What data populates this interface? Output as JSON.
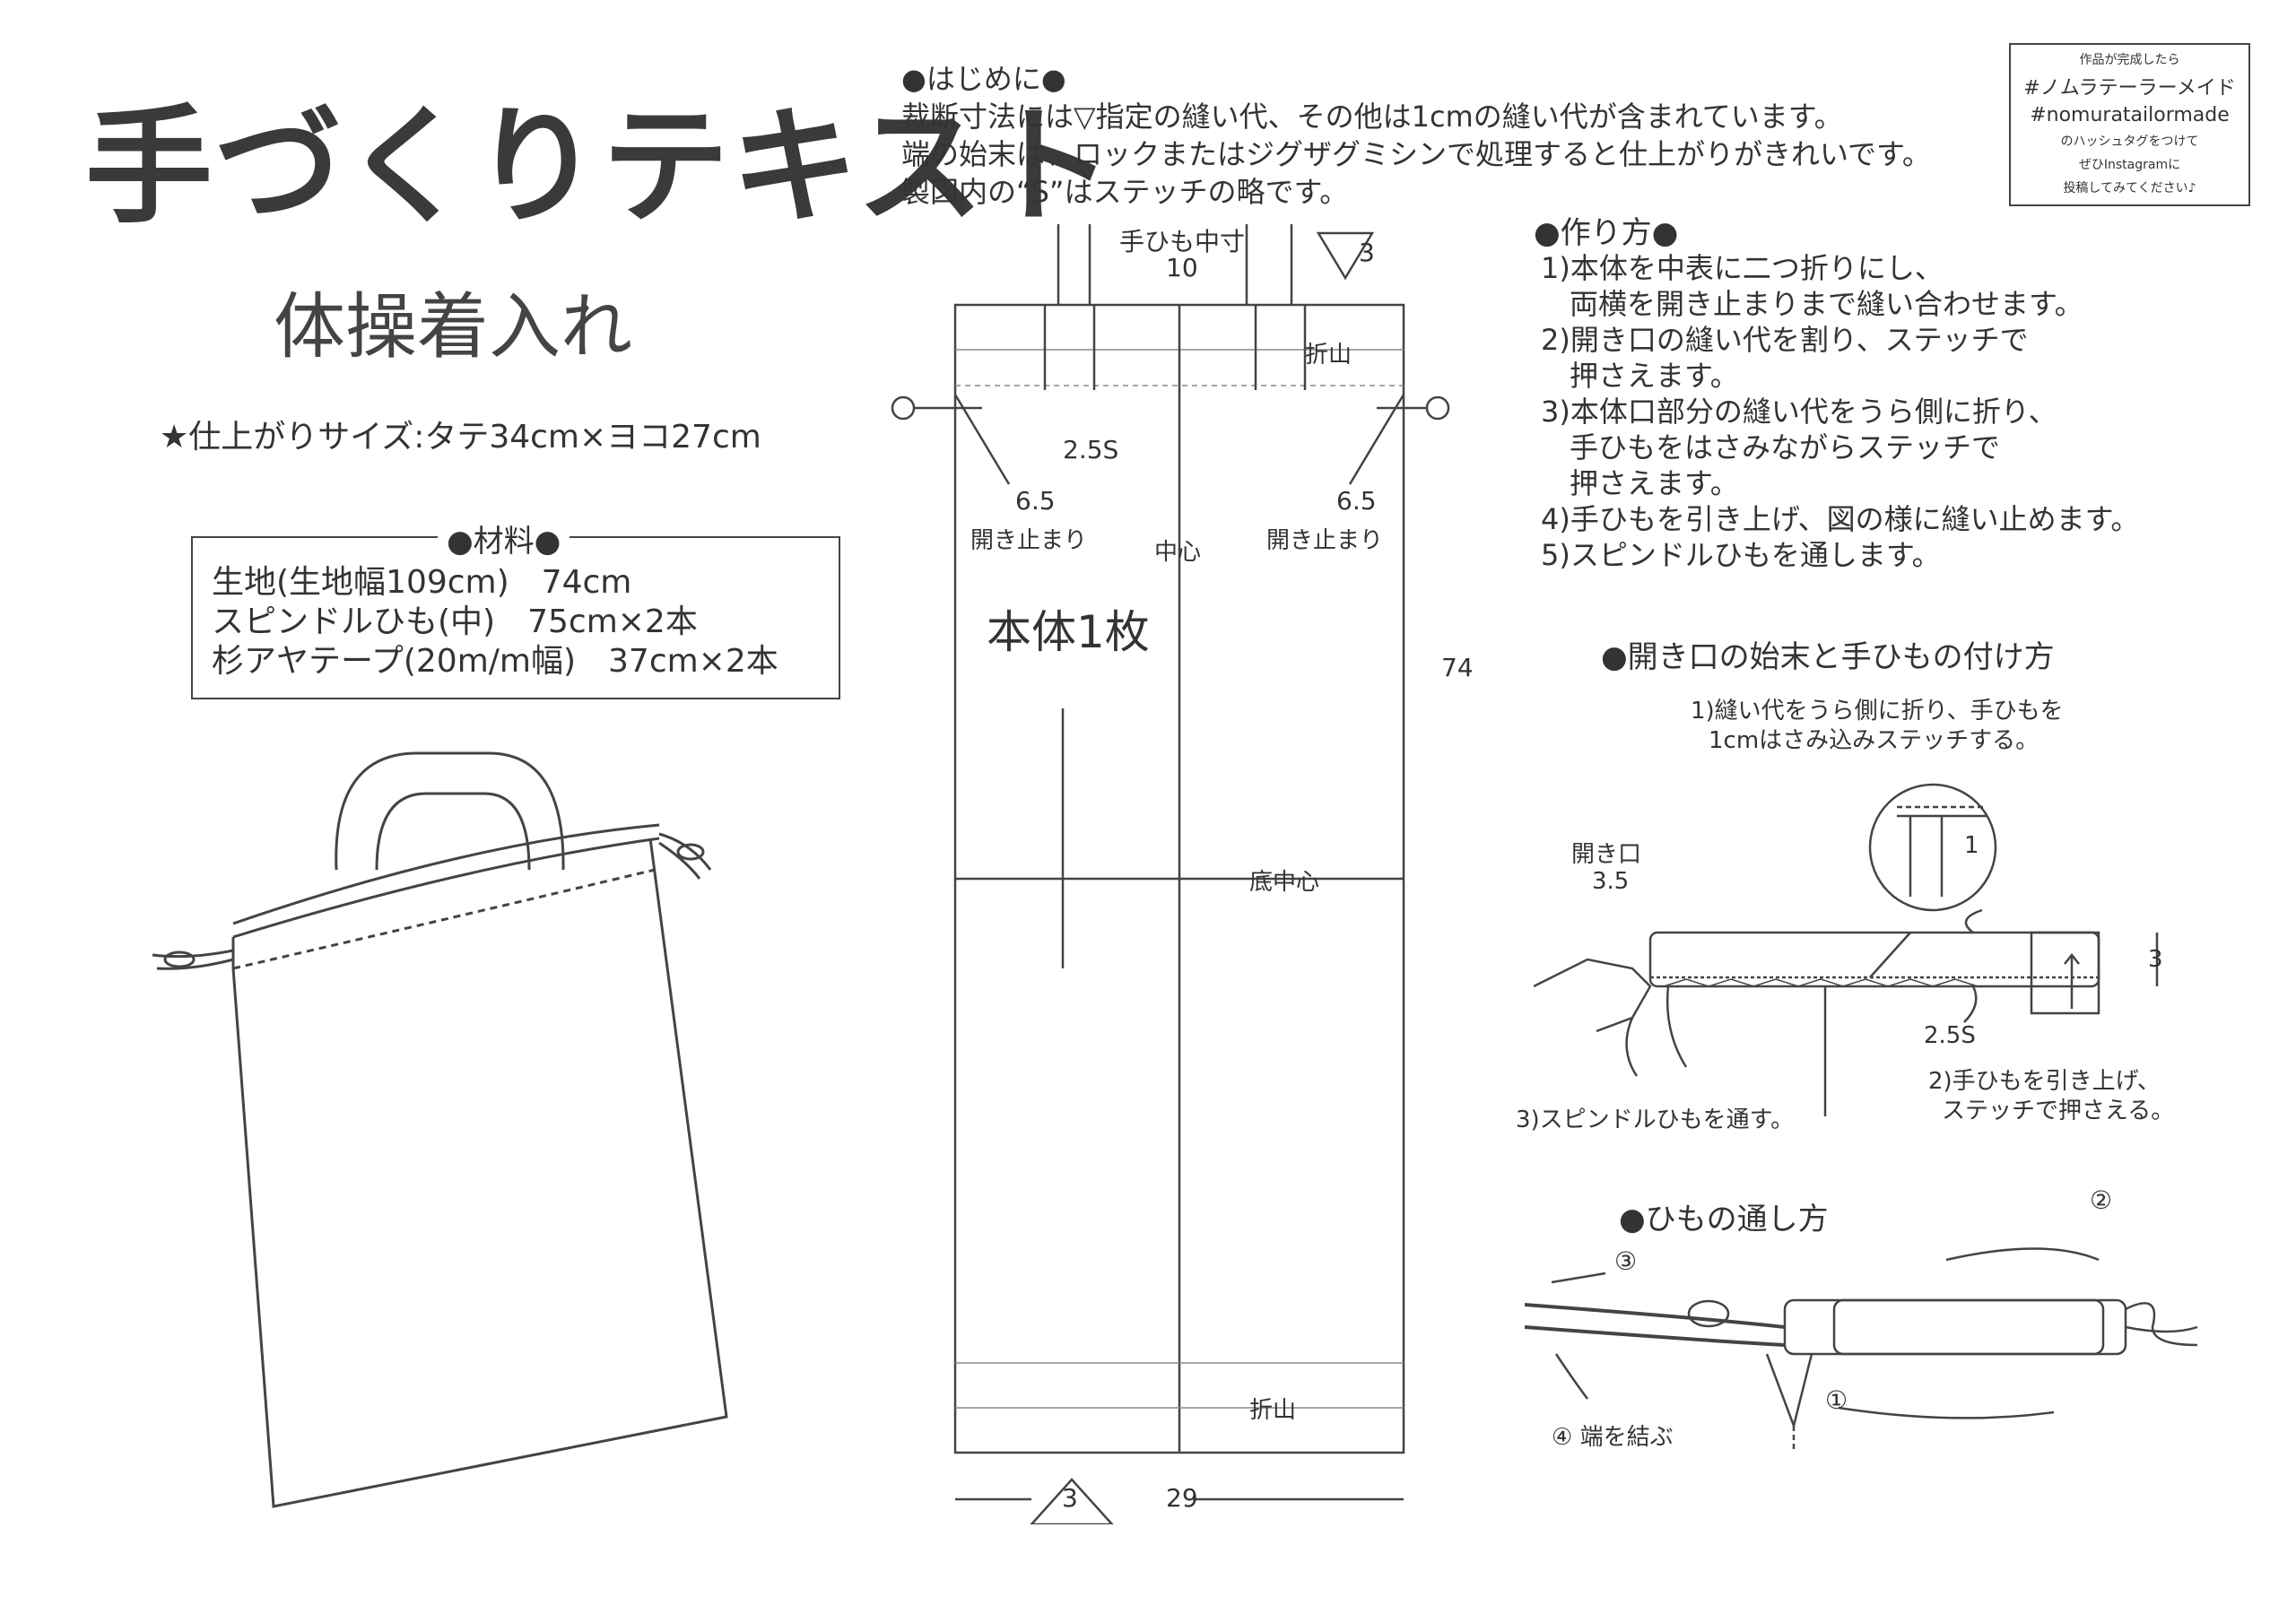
{
  "header": {
    "title": "手づくりテキスト",
    "item_name": "体操着入れ",
    "finished_size": "★仕上がりサイズ:タテ34cm×ヨコ27cm"
  },
  "materials": {
    "heading": "●材料●",
    "items": [
      "生地(生地幅109cm)　74cm",
      "スピンドルひも(中)　75cm×2本",
      "杉アヤテープ(20m/m幅)　37cm×2本"
    ]
  },
  "intro": {
    "heading": "●はじめに●",
    "lines": [
      "裁断寸法には▽指定の縫い代、その他は1cmの縫い代が含まれています。",
      "端の始末は、ロックまたはジグザグミシンで処理すると仕上がりがきれいです。",
      "製図内の“S”はステッチの略です。"
    ]
  },
  "hashtag_box": {
    "line1": "作品が完成したら",
    "line2": "#ノムラテーラーメイド",
    "line3": "#nomuratailormade",
    "line4": "のハッシュタグをつけて",
    "line5": "ぜひInstagramに",
    "line6": "投稿してみてください♪"
  },
  "pattern": {
    "handle_center": "手ひも中寸",
    "handle_center_value": "10",
    "seam_top": "3",
    "fold_top": "折山",
    "stitch": "2.5S",
    "left_open": "6.5",
    "right_open": "6.5",
    "open_stop_left": "開き止まり",
    "open_stop_right": "開き止まり",
    "center": "中心",
    "body_label": "本体1枚",
    "height": "74",
    "bottom_center": "底中心",
    "fold_bottom": "折山",
    "seam_bottom": "3",
    "width": "29"
  },
  "steps": {
    "heading": "●作り方●",
    "lines": [
      "1)本体を中表に二つ折りにし、",
      "　両横を開き止まりまで縫い合わせます。",
      "2)開き口の縫い代を割り、ステッチで",
      "　押さえます。",
      "3)本体口部分の縫い代をうら側に折り、",
      "　手ひもをはさみながらステッチで",
      "　押さえます。",
      "4)手ひもを引き上げ、図の様に縫い止めます。",
      "5)スピンドルひもを通します。"
    ]
  },
  "opening_section": {
    "heading": "●開き口の始末と手ひもの付け方",
    "note1": "1)縫い代をうら側に折り、手ひもを",
    "note2": "1cmはさみ込みステッチする。",
    "open_label": "開き口",
    "open_value": "3.5",
    "zoom_value": "1",
    "side_value": "3",
    "stitch": "2.5S",
    "note3": "3)スピンドルひもを通す。",
    "note4a": "2)手ひもを引き上げ、",
    "note4b": "ステッチで押さえる。"
  },
  "cord_section": {
    "heading": "●ひもの通し方",
    "step1": "①",
    "step2": "②",
    "step3": "③",
    "step4": "④ 端を結ぶ"
  }
}
